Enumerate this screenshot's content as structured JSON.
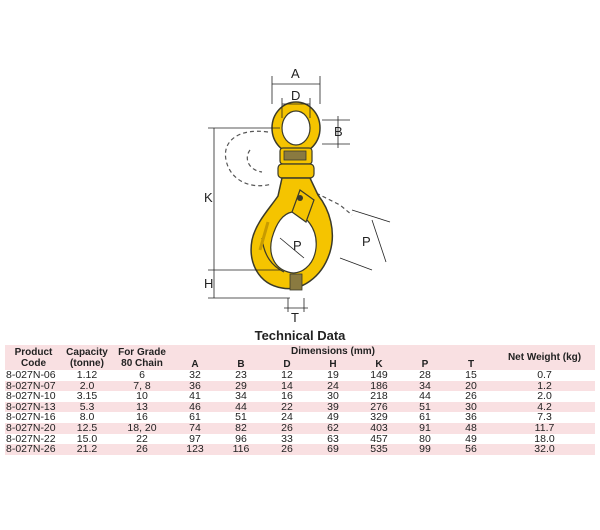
{
  "diagram": {
    "labels": {
      "a": "A",
      "d": "D",
      "b": "B",
      "k": "K",
      "p1": "P",
      "p2": "P",
      "h": "H",
      "t": "T"
    },
    "colors": {
      "hook": "#f5c400",
      "outline": "#3a3a2a",
      "ghost": "#555555"
    }
  },
  "table": {
    "title": "Technical Data",
    "headers": {
      "product_code": "Product Code",
      "capacity": "Capacity (tonne)",
      "for_grade": "For Grade 80 Chain",
      "dimensions": "Dimensions (mm)",
      "net_weight": "Net Weight (kg)",
      "dim_cols": [
        "A",
        "B",
        "D",
        "H",
        "K",
        "P",
        "T"
      ]
    },
    "rows": [
      [
        "8-027N-06",
        "1.12",
        "6",
        "32",
        "23",
        "12",
        "19",
        "149",
        "28",
        "15",
        "0.7"
      ],
      [
        "8-027N-07",
        "2.0",
        "7, 8",
        "36",
        "29",
        "14",
        "24",
        "186",
        "34",
        "20",
        "1.2"
      ],
      [
        "8-027N-10",
        "3.15",
        "10",
        "41",
        "34",
        "16",
        "30",
        "218",
        "44",
        "26",
        "2.0"
      ],
      [
        "8-027N-13",
        "5.3",
        "13",
        "46",
        "44",
        "22",
        "39",
        "276",
        "51",
        "30",
        "4.2"
      ],
      [
        "8-027N-16",
        "8.0",
        "16",
        "61",
        "51",
        "24",
        "49",
        "329",
        "61",
        "36",
        "7.3"
      ],
      [
        "8-027N-20",
        "12.5",
        "18, 20",
        "74",
        "82",
        "26",
        "62",
        "403",
        "91",
        "48",
        "11.7"
      ],
      [
        "8-027N-22",
        "15.0",
        "22",
        "97",
        "96",
        "33",
        "63",
        "457",
        "80",
        "49",
        "18.0"
      ],
      [
        "8-027N-26",
        "21.2",
        "26",
        "123",
        "116",
        "26",
        "69",
        "535",
        "99",
        "56",
        "32.0"
      ]
    ]
  }
}
